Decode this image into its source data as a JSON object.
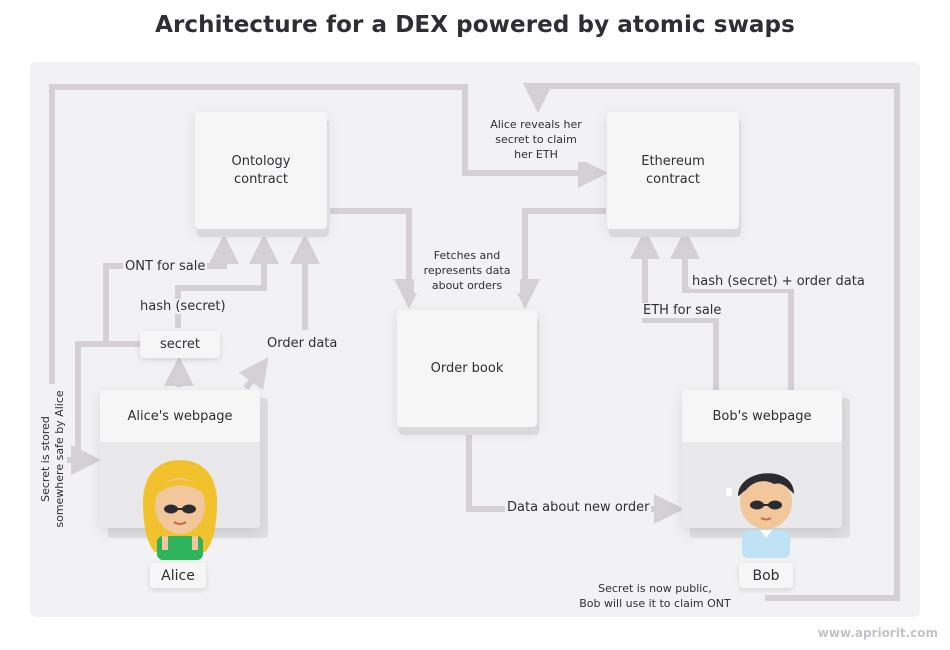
{
  "title": "Architecture for a DEX powered by atomic swaps",
  "nodes": {
    "ontology_contract": "Ontology\ncontract",
    "ethereum_contract": "Ethereum\ncontract",
    "order_book": "Order book",
    "alice_webpage": "Alice's webpage",
    "bob_webpage": "Bob's webpage",
    "secret": "secret",
    "alice": "Alice",
    "bob": "Bob"
  },
  "edge_labels": {
    "ont_for_sale": "ONT for sale",
    "hash_secret": "hash (secret)",
    "order_data": "Order data",
    "alice_reveals": "Alice reveals her\nsecret to claim\nher ETH",
    "fetches": "Fetches and\nrepresents data\nabout orders",
    "eth_for_sale": "ETH for sale",
    "hash_order": "hash (secret) + order data",
    "data_new_order": "Data about new order",
    "secret_public": "Secret is now public,\nBob will use it to claim ONT",
    "secret_stored": "Secret is stored\nsomewhere safe by Alice"
  },
  "colors": {
    "panel": "#f2f2f4",
    "line": "#d5d0d6",
    "box": "#f6f6f7",
    "text": "#2f2f35",
    "alice_hair": "#f2c22e",
    "alice_top": "#2fb35a",
    "bob_hair": "#2b2b32",
    "bob_shirt": "#bfe2f5",
    "skin": "#f1c79b"
  },
  "watermark": "www.apriorit.com"
}
